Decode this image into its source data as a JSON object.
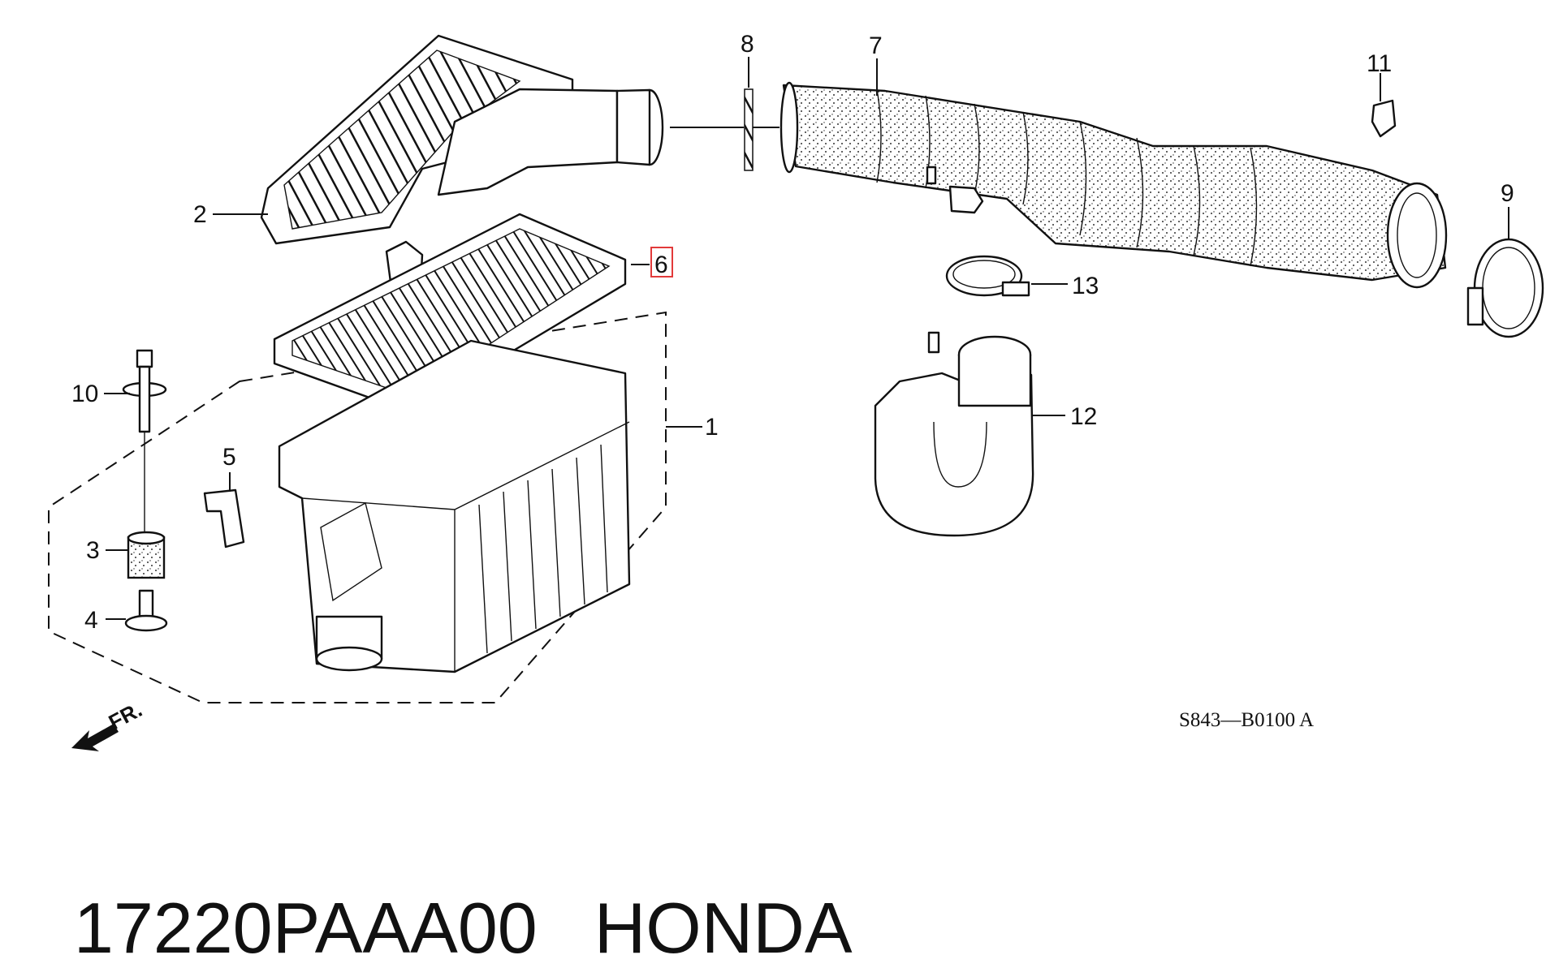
{
  "callouts": [
    "1",
    "2",
    "3",
    "4",
    "5",
    "6",
    "7",
    "8",
    "9",
    "10",
    "11",
    "12",
    "13"
  ],
  "highlighted_callout": "6",
  "highlight_color": "#e23a3a",
  "diagram_code": "S843—B0100 A",
  "direction_label": "FR.",
  "footer": {
    "part_number": "17220PAAA00",
    "brand": "HONDA"
  }
}
